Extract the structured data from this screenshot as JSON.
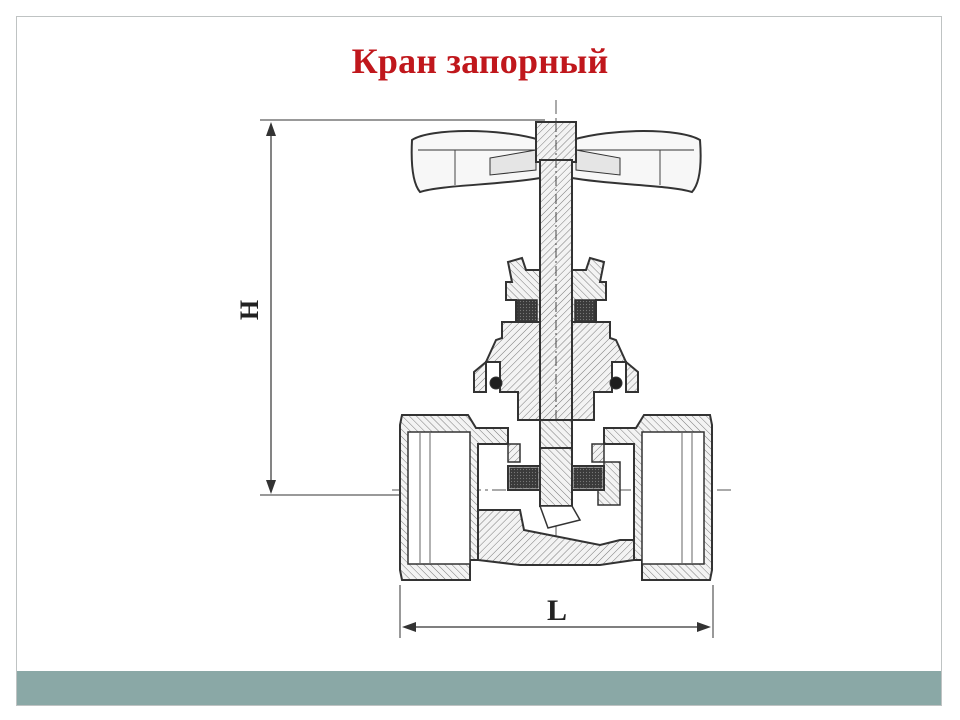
{
  "slide": {
    "title": "Кран запорный",
    "colors": {
      "title": "#c0171c",
      "band": "#8aa8a6",
      "line": "#333333",
      "hatch": "#777777",
      "seal": "#2a2a2a"
    }
  },
  "drawing": {
    "subject": "shut-off valve cross-section",
    "dimension_height_label": "H",
    "dimension_length_label": "L"
  }
}
